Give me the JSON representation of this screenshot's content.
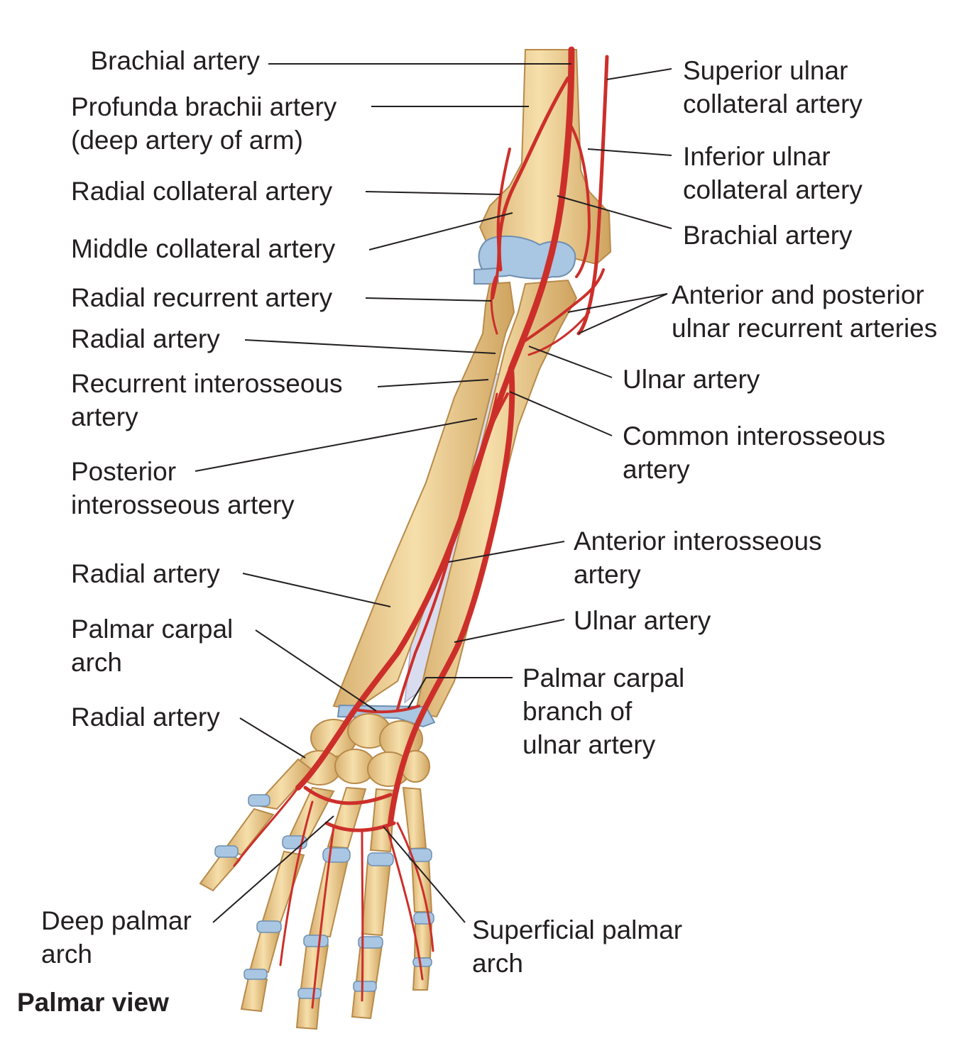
{
  "labels": {
    "brachial_artery_top": "Brachial artery",
    "profunda_line1": "Profunda brachii artery",
    "profunda_line2": "(deep artery of arm)",
    "radial_collateral": "Radial collateral artery",
    "middle_collateral": "Middle collateral artery",
    "radial_recurrent": "Radial recurrent artery",
    "radial_artery_upper": "Radial artery",
    "recurrent_interosseous_line1": "Recurrent interosseous",
    "recurrent_interosseous_line2": "artery",
    "posterior_interosseous_line1": "Posterior",
    "posterior_interosseous_line2": "interosseous artery",
    "radial_artery_middle": "Radial artery",
    "palmar_carpal_arch_line1": "Palmar carpal",
    "palmar_carpal_arch_line2": "arch",
    "radial_artery_lower": "Radial artery",
    "deep_palmar_line1": "Deep palmar",
    "deep_palmar_line2": "arch",
    "superior_ulnar_line1": "Superior ulnar",
    "superior_ulnar_line2": "collateral artery",
    "inferior_ulnar_line1": "Inferior ulnar",
    "inferior_ulnar_line2": "collateral artery",
    "brachial_artery_right": "Brachial artery",
    "ulnar_recurrent_line1": "Anterior and posterior",
    "ulnar_recurrent_line2": "ulnar recurrent arteries",
    "ulnar_artery_upper": "Ulnar artery",
    "common_interosseous_line1": "Common interosseous",
    "common_interosseous_line2": "artery",
    "anterior_interosseous_line1": "Anterior interosseous",
    "anterior_interosseous_line2": "artery",
    "ulnar_artery_lower": "Ulnar artery",
    "palmar_carpal_branch_line1": "Palmar carpal",
    "palmar_carpal_branch_line2": "branch of",
    "palmar_carpal_branch_line3": "ulnar artery",
    "superficial_palmar_line1": "Superficial palmar",
    "superficial_palmar_line2": "arch"
  },
  "view_title": "Palmar view",
  "colors": {
    "bone": "#f0d49a",
    "bone_edge": "#b88a4a",
    "cartilage": "#a9c6e2",
    "artery": "#cc2f2a",
    "artery_dark": "#8f1c18",
    "leader": "#231f20",
    "membrane": "#d9dcef"
  }
}
